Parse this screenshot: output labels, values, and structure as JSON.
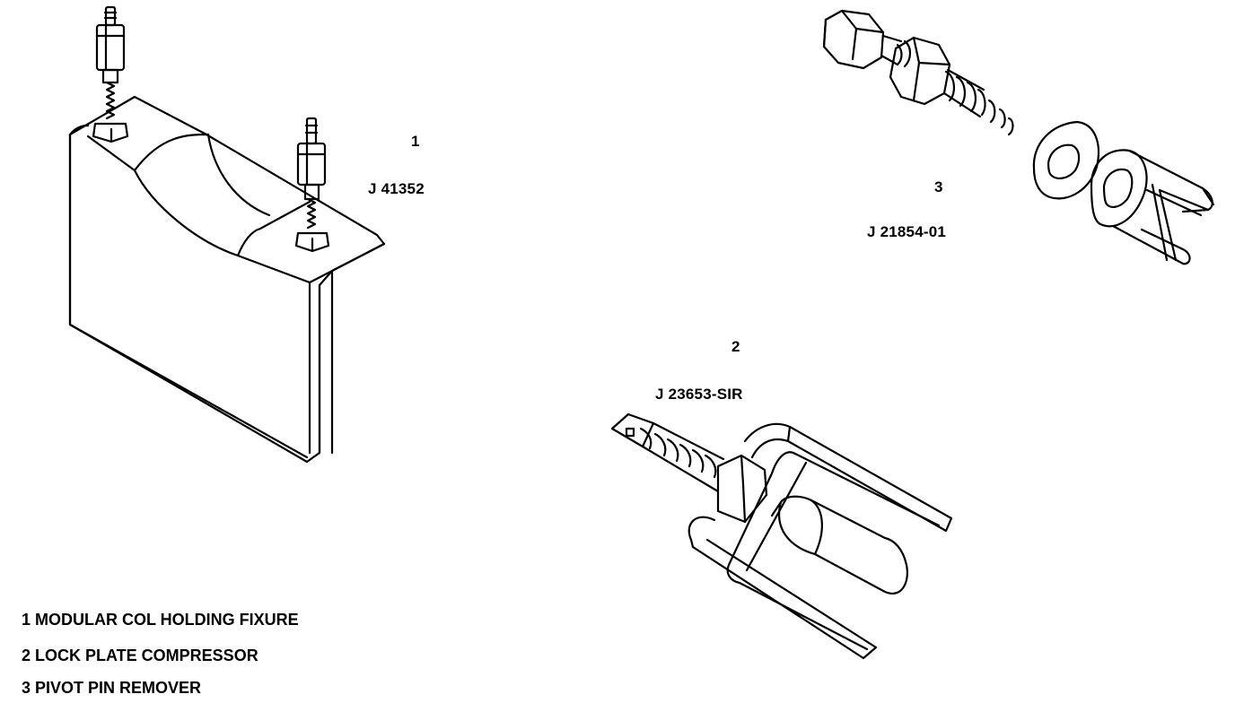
{
  "callouts": [
    {
      "number": "1",
      "part_number": "J 41352"
    },
    {
      "number": "2",
      "part_number": "J 23653-SIR"
    },
    {
      "number": "3",
      "part_number": "J 21854-01"
    }
  ],
  "legend": [
    "1 MODULAR COL HOLDING FIXURE",
    "2 LOCK PLATE COMPRESSOR",
    "3 PIVOT PIN REMOVER"
  ]
}
